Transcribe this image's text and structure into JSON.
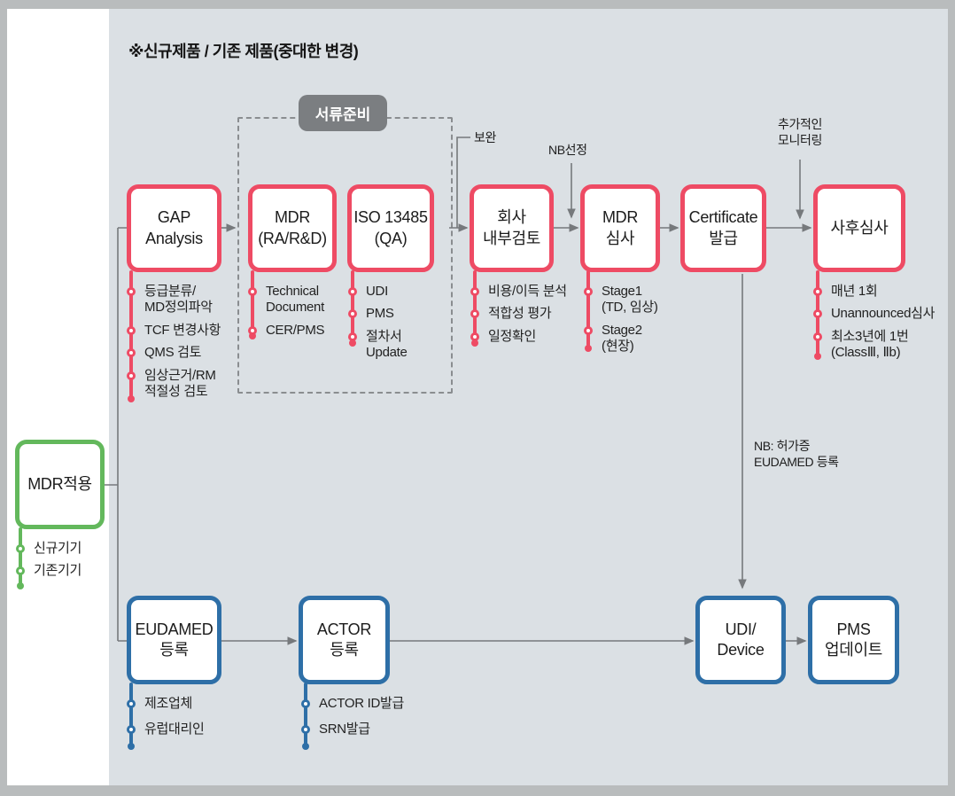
{
  "title": "※신규제품 / 기존 제품(중대한 변경)",
  "prep_badge": "서류준비",
  "start": {
    "title": "MDR적용",
    "items": [
      "신규기기",
      "기존기기"
    ]
  },
  "flow": {
    "gap": {
      "title": "GAP\nAnalysis",
      "items": [
        "등급분류/\nMD정의파악",
        "TCF 변경사항",
        "QMS 검토",
        "임상근거/RM\n적절성 검토"
      ]
    },
    "mdr_doc": {
      "title": "MDR\n(RA/R&D)",
      "items": [
        "Technical\nDocument",
        "CER/PMS"
      ]
    },
    "iso": {
      "title": "ISO 13485\n(QA)",
      "items": [
        "UDI",
        "PMS",
        "절차서\nUpdate"
      ]
    },
    "internal_review": {
      "title": "회사\n내부검토",
      "items": [
        "비용/이득 분석",
        "적합성 평가",
        "일정확인"
      ]
    },
    "mdr_audit": {
      "title": "MDR\n심사",
      "items": [
        "Stage1\n(TD, 임상)",
        "Stage2\n(현장)"
      ]
    },
    "certificate": {
      "title": "Certificate\n발급",
      "items": []
    },
    "post_audit": {
      "title": "사후심사",
      "items": [
        "매년 1회",
        "Unannounced심사",
        "최소3년에 1번\n(ClassⅢ, Ⅱb)"
      ]
    }
  },
  "registration": {
    "eudamed": {
      "title": "EUDAMED\n등록",
      "items": [
        "제조업체",
        "유럽대리인"
      ]
    },
    "actor": {
      "title": "ACTOR\n등록",
      "items": [
        "ACTOR ID발급",
        "SRN발급"
      ]
    },
    "udi": {
      "title": "UDI/\nDevice",
      "items": []
    },
    "pms": {
      "title": "PMS\n업데이트",
      "items": []
    }
  },
  "annotations": {
    "supplement": "보완",
    "nb_selection": "NB선정",
    "extra_monitoring": "추가적인\n모니터링",
    "nb_note": "NB: 허가증\nEUDAMED 등록"
  },
  "colors": {
    "flow_accent": "#ee4b64",
    "registration_accent": "#2e6fa7",
    "start_accent": "#63b85c",
    "badge_bg": "#7b7e81",
    "panel_bg": "#dbe0e4",
    "line": "#76797c"
  }
}
